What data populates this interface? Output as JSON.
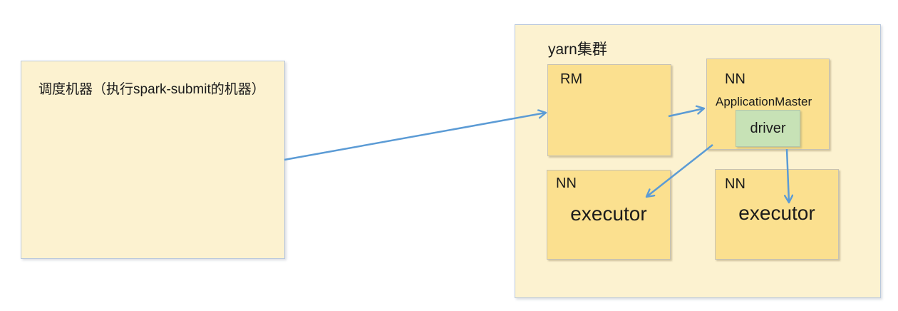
{
  "colors": {
    "outer-fill": "#FCF2D0",
    "outer-border": "#b9c8dd",
    "node-fill": "#FBE08F",
    "node-border": "#c6c2b4",
    "driver-fill": "#C7E2B6",
    "driver-border": "#b4c6a9",
    "arrow-color": "#5B9BD5",
    "text-color": "#1b1b1b"
  },
  "scheduler_box": {
    "label": "调度机器（执行spark-submit的机器）"
  },
  "yarn_cluster": {
    "title": "yarn集群",
    "rm_node": {
      "label": "RM"
    },
    "am_node": {
      "host_label": "NN",
      "app_master_label": "ApplicationMaster",
      "driver_label": "driver"
    },
    "executors": [
      {
        "host_label": "NN",
        "label": "executor"
      },
      {
        "host_label": "NN",
        "label": "executor"
      }
    ]
  },
  "arrows": [
    {
      "name": "scheduler-to-rm",
      "from": "scheduler-box",
      "to": "rm-node"
    },
    {
      "name": "rm-to-am",
      "from": "rm-node",
      "to": "am-node"
    },
    {
      "name": "am-to-executor-1",
      "from": "am-node",
      "to": "executor-node-1"
    },
    {
      "name": "driver-to-executor-2",
      "from": "driver-box",
      "to": "executor-node-2"
    }
  ]
}
